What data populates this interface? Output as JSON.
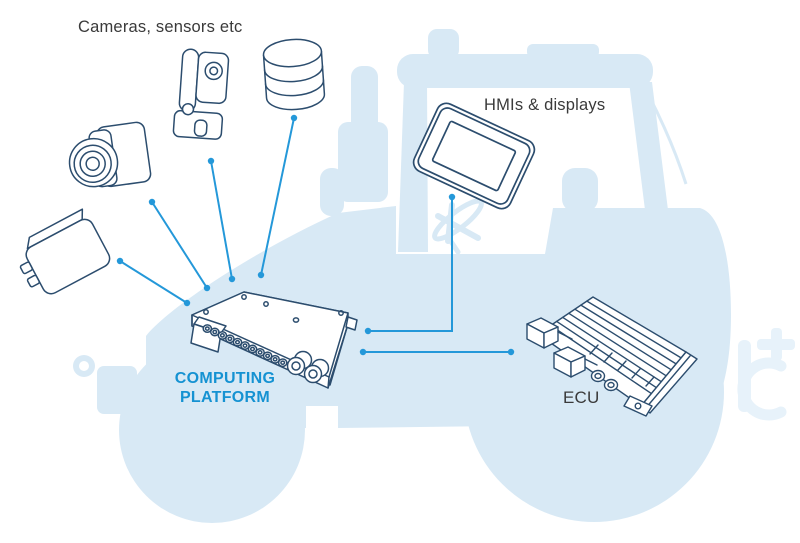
{
  "diagram": {
    "labels": {
      "cameras_sensors": "Cameras, sensors etc",
      "hmis_displays": "HMIs & displays",
      "computing_platform_line1": "COMPUTING",
      "computing_platform_line2": "PLATFORM",
      "ecu": "ECU"
    },
    "colors": {
      "background": "#ffffff",
      "tractor_silhouette": "#d8e9f5",
      "tractor_silhouette_light": "#e7f2fa",
      "connector_line": "#2498d9",
      "device_outline": "#2c4d6e",
      "label_text": "#3a3a3a",
      "platform_label_blue": "#1592d2"
    },
    "components": [
      {
        "id": "box-camera",
        "group": "Cameras, sensors etc"
      },
      {
        "id": "bracket-camera",
        "group": "Cameras, sensors etc"
      },
      {
        "id": "lidar-sensor",
        "group": "Cameras, sensors etc"
      },
      {
        "id": "radar-sensor",
        "group": "Cameras, sensors etc"
      },
      {
        "id": "computing-platform",
        "label": "COMPUTING PLATFORM"
      },
      {
        "id": "hmi-display",
        "label": "HMIs & displays"
      },
      {
        "id": "ecu",
        "label": "ECU"
      }
    ],
    "connections": [
      {
        "from": "radar-sensor",
        "to": "computing-platform"
      },
      {
        "from": "box-camera",
        "to": "computing-platform"
      },
      {
        "from": "bracket-camera",
        "to": "computing-platform"
      },
      {
        "from": "lidar-sensor",
        "to": "computing-platform"
      },
      {
        "from": "hmi-display",
        "to": "computing-platform"
      },
      {
        "from": "ecu",
        "to": "computing-platform"
      }
    ]
  }
}
